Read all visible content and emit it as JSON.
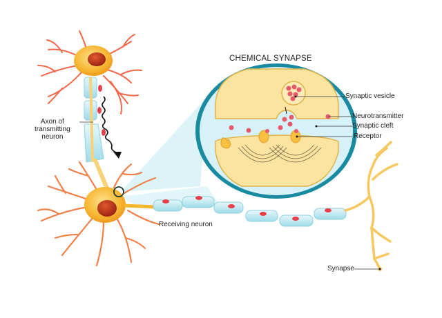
{
  "diagram": {
    "title": "CHEMICAL SYNAPSE",
    "labels": {
      "synaptic_vesicle": "Synaptic vesicle",
      "neurotransmitter": "Neurotransmitter",
      "synaptic_cleft": "Synaptic cleft",
      "receptor": "Receptor",
      "axon_line1": "Axon of",
      "axon_line2": "transmitting",
      "axon_line3": "neuron",
      "receiving_neuron": "Receiving neuron",
      "synapse": "Synapse"
    },
    "colors": {
      "cell_body": "#f7b733",
      "nucleus": "#b8321a",
      "dendrite": "#f0684a",
      "myelin": "#bfeaf2",
      "node_red": "#e8404a",
      "membrane_teal": "#1a8aa0",
      "cleft_fill": "#d6f1f7",
      "terminal_fill": "#fbe3a0",
      "neurotransmitter": "#e85a6a"
    }
  }
}
